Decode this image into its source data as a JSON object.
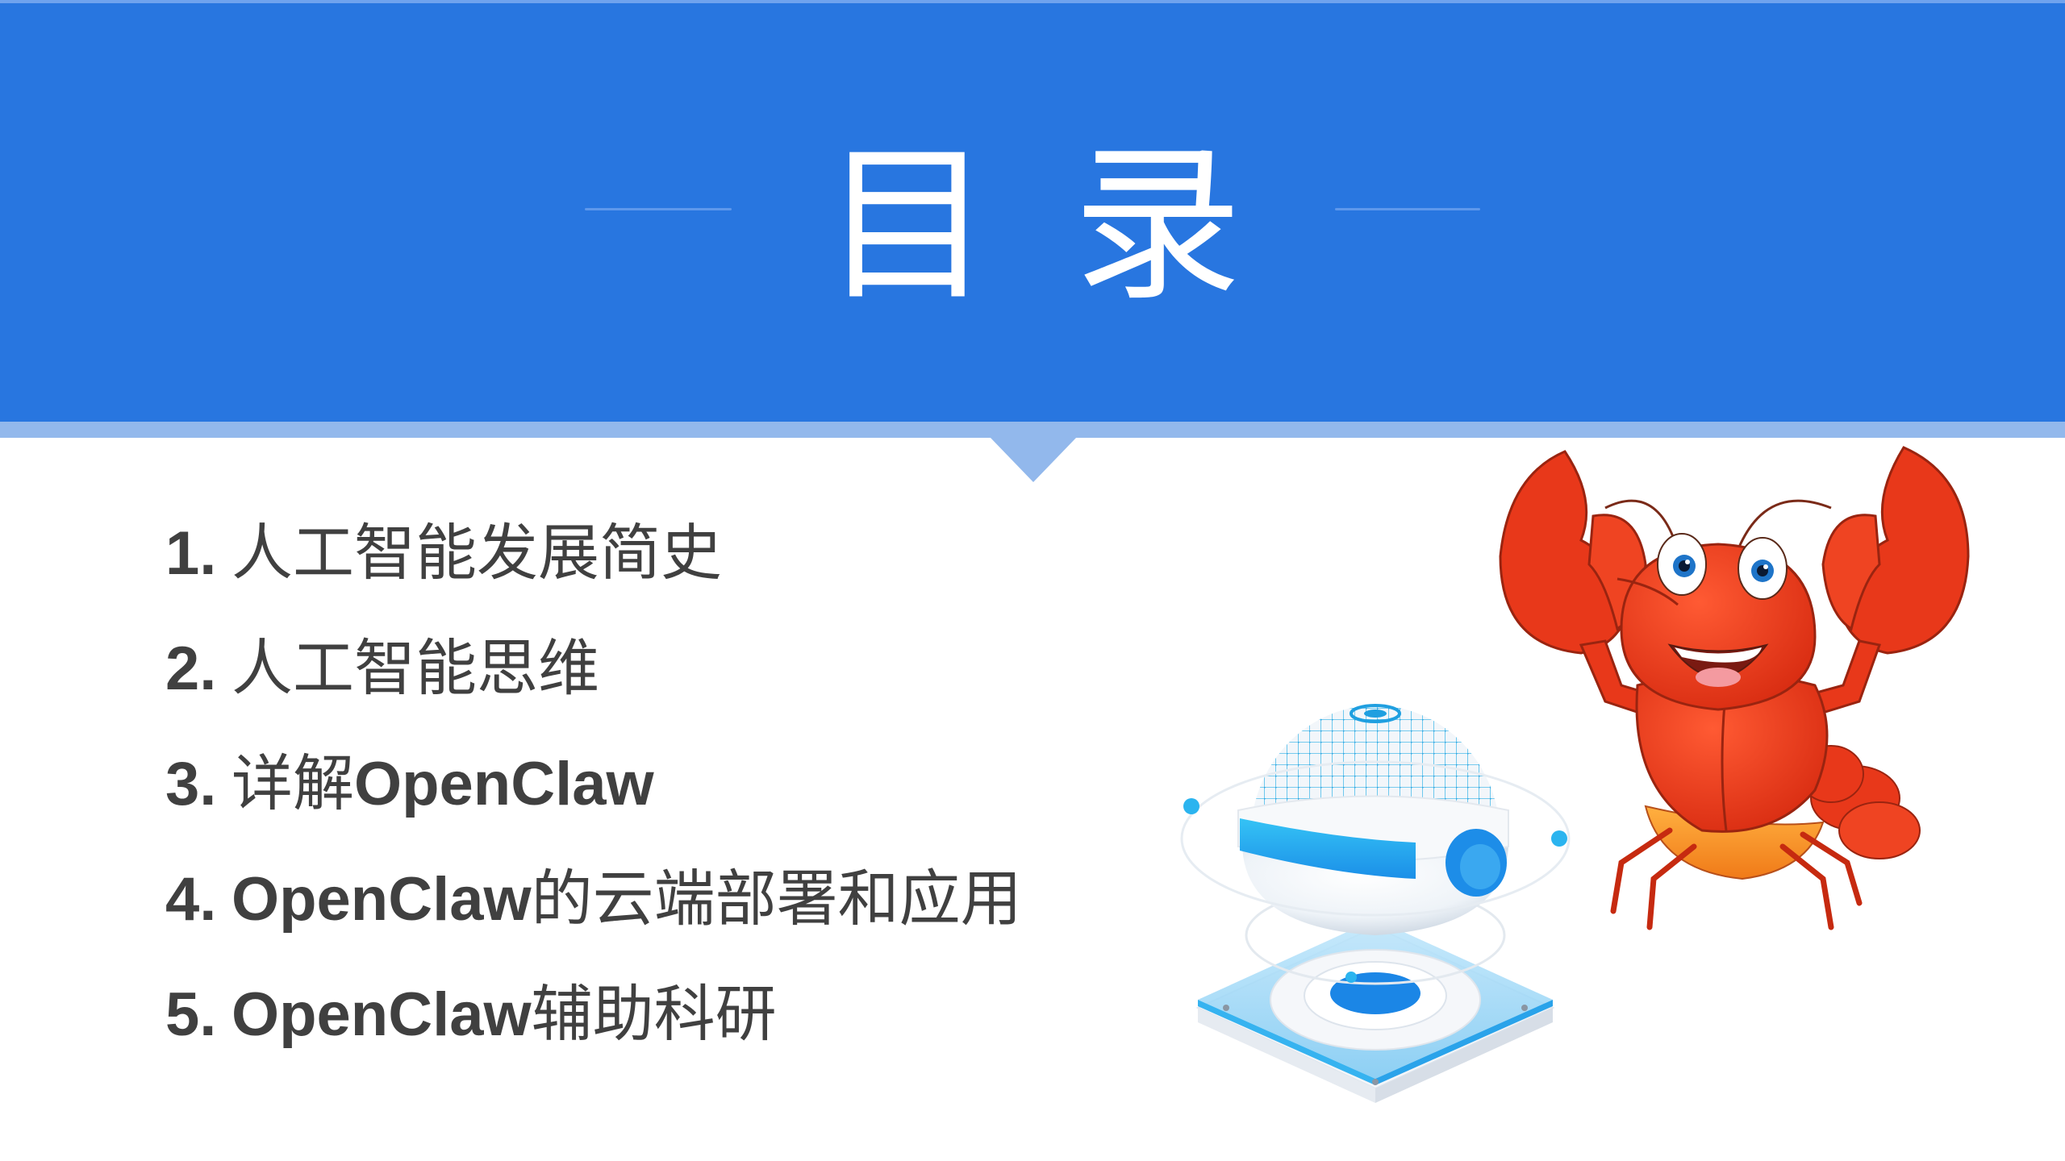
{
  "slide": {
    "title": "目录",
    "title_chars": [
      "目",
      "录"
    ],
    "colors": {
      "header_blue": "#2876e0",
      "header_band": "#92b8ec",
      "title_text": "#ffffff",
      "body_text": "#404040",
      "lobster_red": "#e8381a",
      "device_blue": "#1a9bf0"
    }
  },
  "toc": {
    "items": [
      {
        "num": "1.",
        "parts": [
          {
            "type": "cn",
            "text": "人工智能发展简史"
          }
        ]
      },
      {
        "num": "2.",
        "parts": [
          {
            "type": "cn",
            "text": "人工智能思维"
          }
        ]
      },
      {
        "num": "3.",
        "parts": [
          {
            "type": "cn",
            "text": "详解"
          },
          {
            "type": "en",
            "text": "OpenClaw"
          }
        ]
      },
      {
        "num": "4.",
        "parts": [
          {
            "type": "en",
            "text": "OpenClaw"
          },
          {
            "type": "cn",
            "text": "的云端部署和应用"
          }
        ]
      },
      {
        "num": "5.",
        "parts": [
          {
            "type": "en",
            "text": "OpenClaw"
          },
          {
            "type": "cn",
            "text": "辅助科研"
          }
        ]
      }
    ]
  },
  "illustrations": {
    "device": "sphere-device-illustration",
    "mascot": "lobster-mascot-illustration"
  }
}
